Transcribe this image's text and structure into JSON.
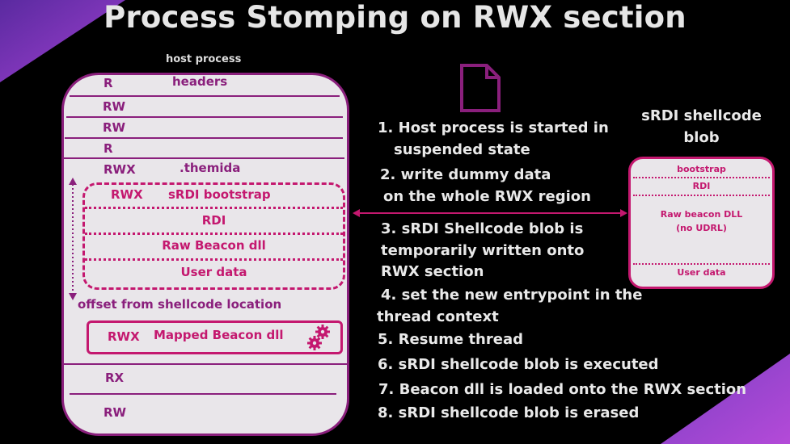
{
  "title": "Process Stomping on RWX section",
  "colors": {
    "accent": "#c4186f",
    "frame": "#8a1f7c",
    "panel": "#e9e6ea",
    "corner": "#7b3fc4"
  },
  "host": {
    "caption": "host process",
    "headers_label": "headers",
    "themida_label": ".themida",
    "rows": [
      "R",
      "RW",
      "RW",
      "R",
      "RWX"
    ],
    "shellcode": {
      "perm": "RWX",
      "bootstrap": "sRDI bootstrap",
      "rdi": "RDI",
      "raw": "Raw Beacon dll",
      "user": "User data"
    },
    "offset_label": "offset from shellcode location",
    "mapped": {
      "perm": "RWX",
      "label": "Mapped Beacon dll"
    },
    "bottom_rows": [
      "RX",
      "RW"
    ]
  },
  "steps": [
    "1. Host process is started in",
    "suspended state",
    "2. write dummy data",
    "on the whole RWX region",
    "3. sRDI Shellcode blob is",
    "temporarily written onto",
    "RWX section",
    "4. set the new entrypoint in the",
    "thread context",
    "5. Resume thread",
    "6. sRDI shellcode blob is executed",
    "7. Beacon dll is loaded onto the RWX section",
    "8. sRDI shellcode blob is erased"
  ],
  "blob": {
    "title_line1": "sRDI shellcode",
    "title_line2": "blob",
    "bootstrap": "bootstrap",
    "rdi": "RDI",
    "raw_line1": "Raw beacon DLL",
    "raw_line2": "(no UDRL)",
    "user": "User data"
  },
  "icons": [
    "file-icon",
    "gear-icon",
    "double-arrow-icon"
  ]
}
